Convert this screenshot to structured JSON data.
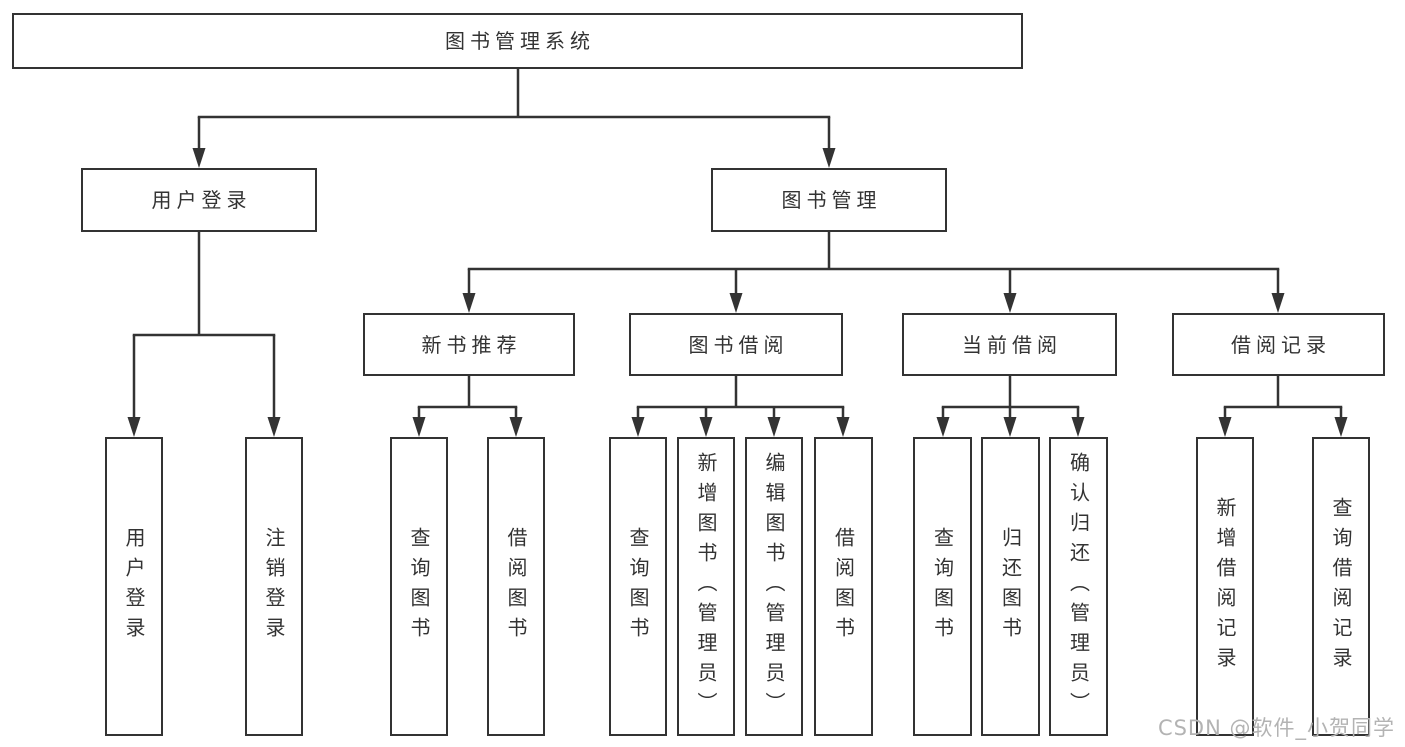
{
  "tree": {
    "root": {
      "label": "图书管理系统",
      "children": [
        {
          "label": "用户登录",
          "children": [
            {
              "label": "用户登录"
            },
            {
              "label": "注销登录"
            }
          ]
        },
        {
          "label": "图书管理",
          "children": [
            {
              "label": "新书推荐",
              "children": [
                {
                  "label": "查询图书"
                },
                {
                  "label": "借阅图书"
                }
              ]
            },
            {
              "label": "图书借阅",
              "children": [
                {
                  "label": "查询图书"
                },
                {
                  "label": "新增图书（管理员）"
                },
                {
                  "label": "编辑图书（管理员）"
                },
                {
                  "label": "借阅图书"
                }
              ]
            },
            {
              "label": "当前借阅",
              "children": [
                {
                  "label": "查询图书"
                },
                {
                  "label": "归还图书"
                },
                {
                  "label": "确认归还（管理员）"
                }
              ]
            },
            {
              "label": "借阅记录",
              "children": [
                {
                  "label": "新增借阅记录"
                },
                {
                  "label": "查询借阅记录"
                }
              ]
            }
          ]
        }
      ]
    }
  },
  "watermark": "CSDN @软件_小贺同学",
  "colors": {
    "line": "#333333",
    "text": "#333333",
    "box_background": "#ffffff",
    "page_background": "#ffffff",
    "watermark": "#b3b3b3"
  }
}
